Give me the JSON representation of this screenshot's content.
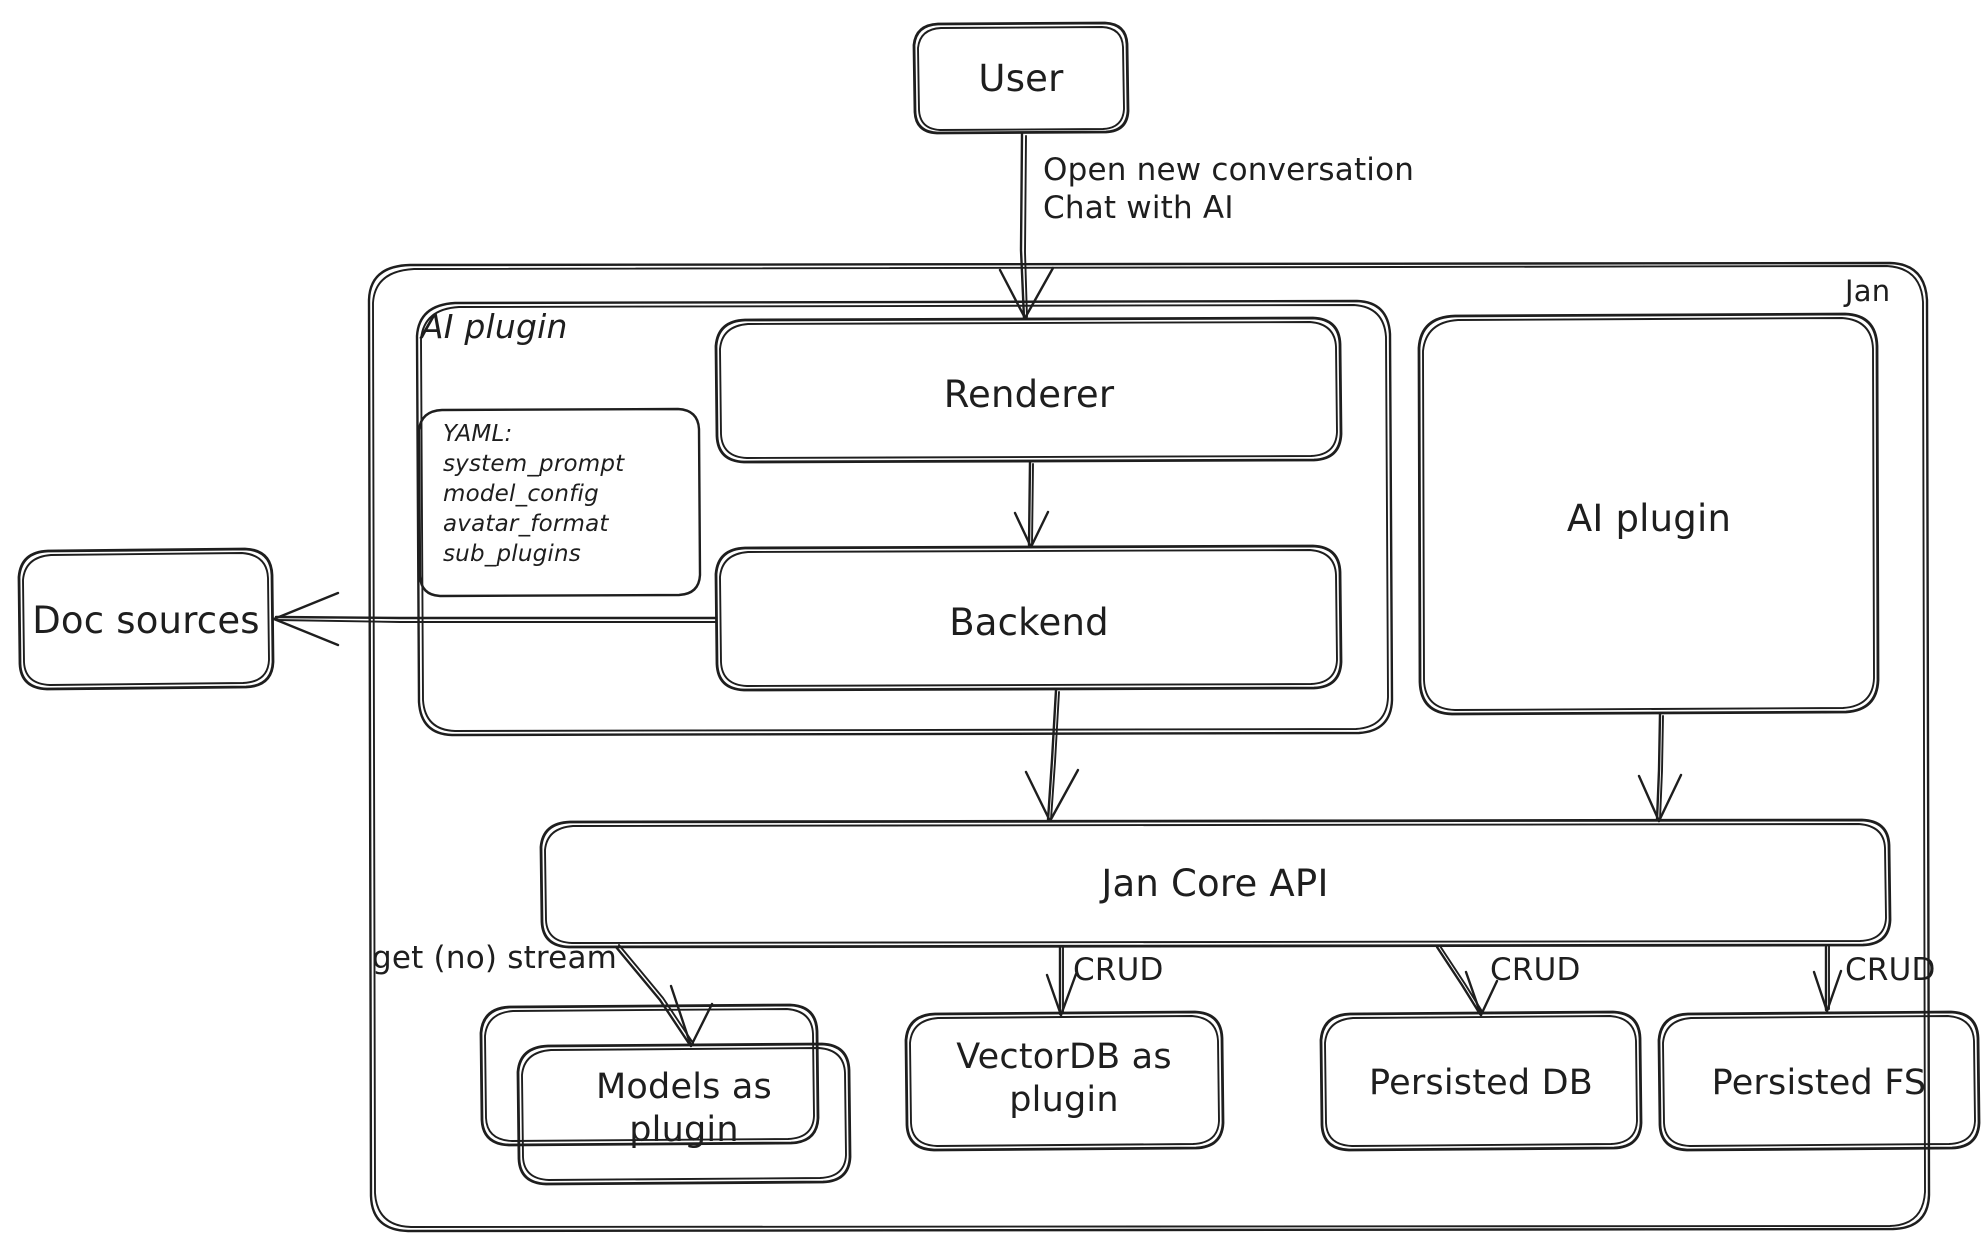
{
  "diagram": {
    "title": "Jan architecture",
    "style": "hand-drawn sketch",
    "stroke_color": "#1e1e1e",
    "background_color": "#ffffff"
  },
  "nodes": {
    "user": "User",
    "renderer": "Renderer",
    "backend": "Backend",
    "ai_plugin_right": "AI plugin",
    "jan_core_api": "Jan Core API",
    "models_as_plugin": "Models as\nplugin",
    "vectordb_as_plugin": "VectorDB as\nplugin",
    "persisted_db": "Persisted DB",
    "persisted_fs": "Persisted FS",
    "doc_sources": "Doc sources"
  },
  "groups": {
    "jan": "Jan",
    "ai_plugin": "AI plugin"
  },
  "yaml_card": {
    "header": "YAML:",
    "items": [
      "system_prompt",
      "model_config",
      "avatar_format",
      "sub_plugins"
    ]
  },
  "edges": {
    "user_to_renderer": "Open new conversation\nChat with AI",
    "core_to_models": "get (no) stream",
    "core_to_vectordb": "CRUD",
    "core_to_persisted_db": "CRUD",
    "core_to_persisted_fs": "CRUD"
  }
}
